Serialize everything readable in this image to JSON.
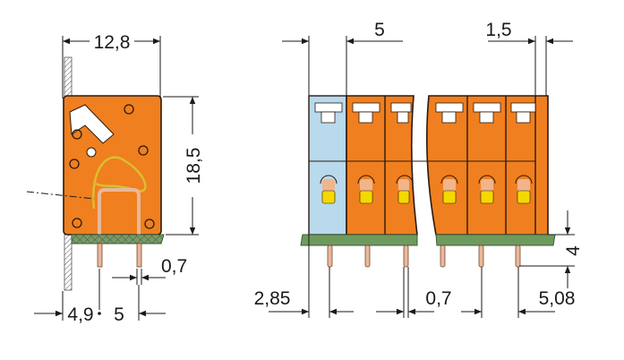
{
  "colors": {
    "housing": "#f07f1f",
    "marker_module": "#b9d9ec",
    "base": "#6f9a5e",
    "pin": "#e8b89a",
    "button": "#f5d800"
  },
  "side_view": {
    "width_label": "12,8",
    "height_label": "18,5",
    "pin_thickness_label": "0,7",
    "offset_label": "4,9",
    "pitch_label": "5"
  },
  "front_view": {
    "pitch_label": "5",
    "end_plate_label": "1,5",
    "pin_length_label": "4",
    "first_pin_offset_label": "2,85",
    "pin_thickness_label": "0,7",
    "pin_pitch_label": "5,08"
  }
}
